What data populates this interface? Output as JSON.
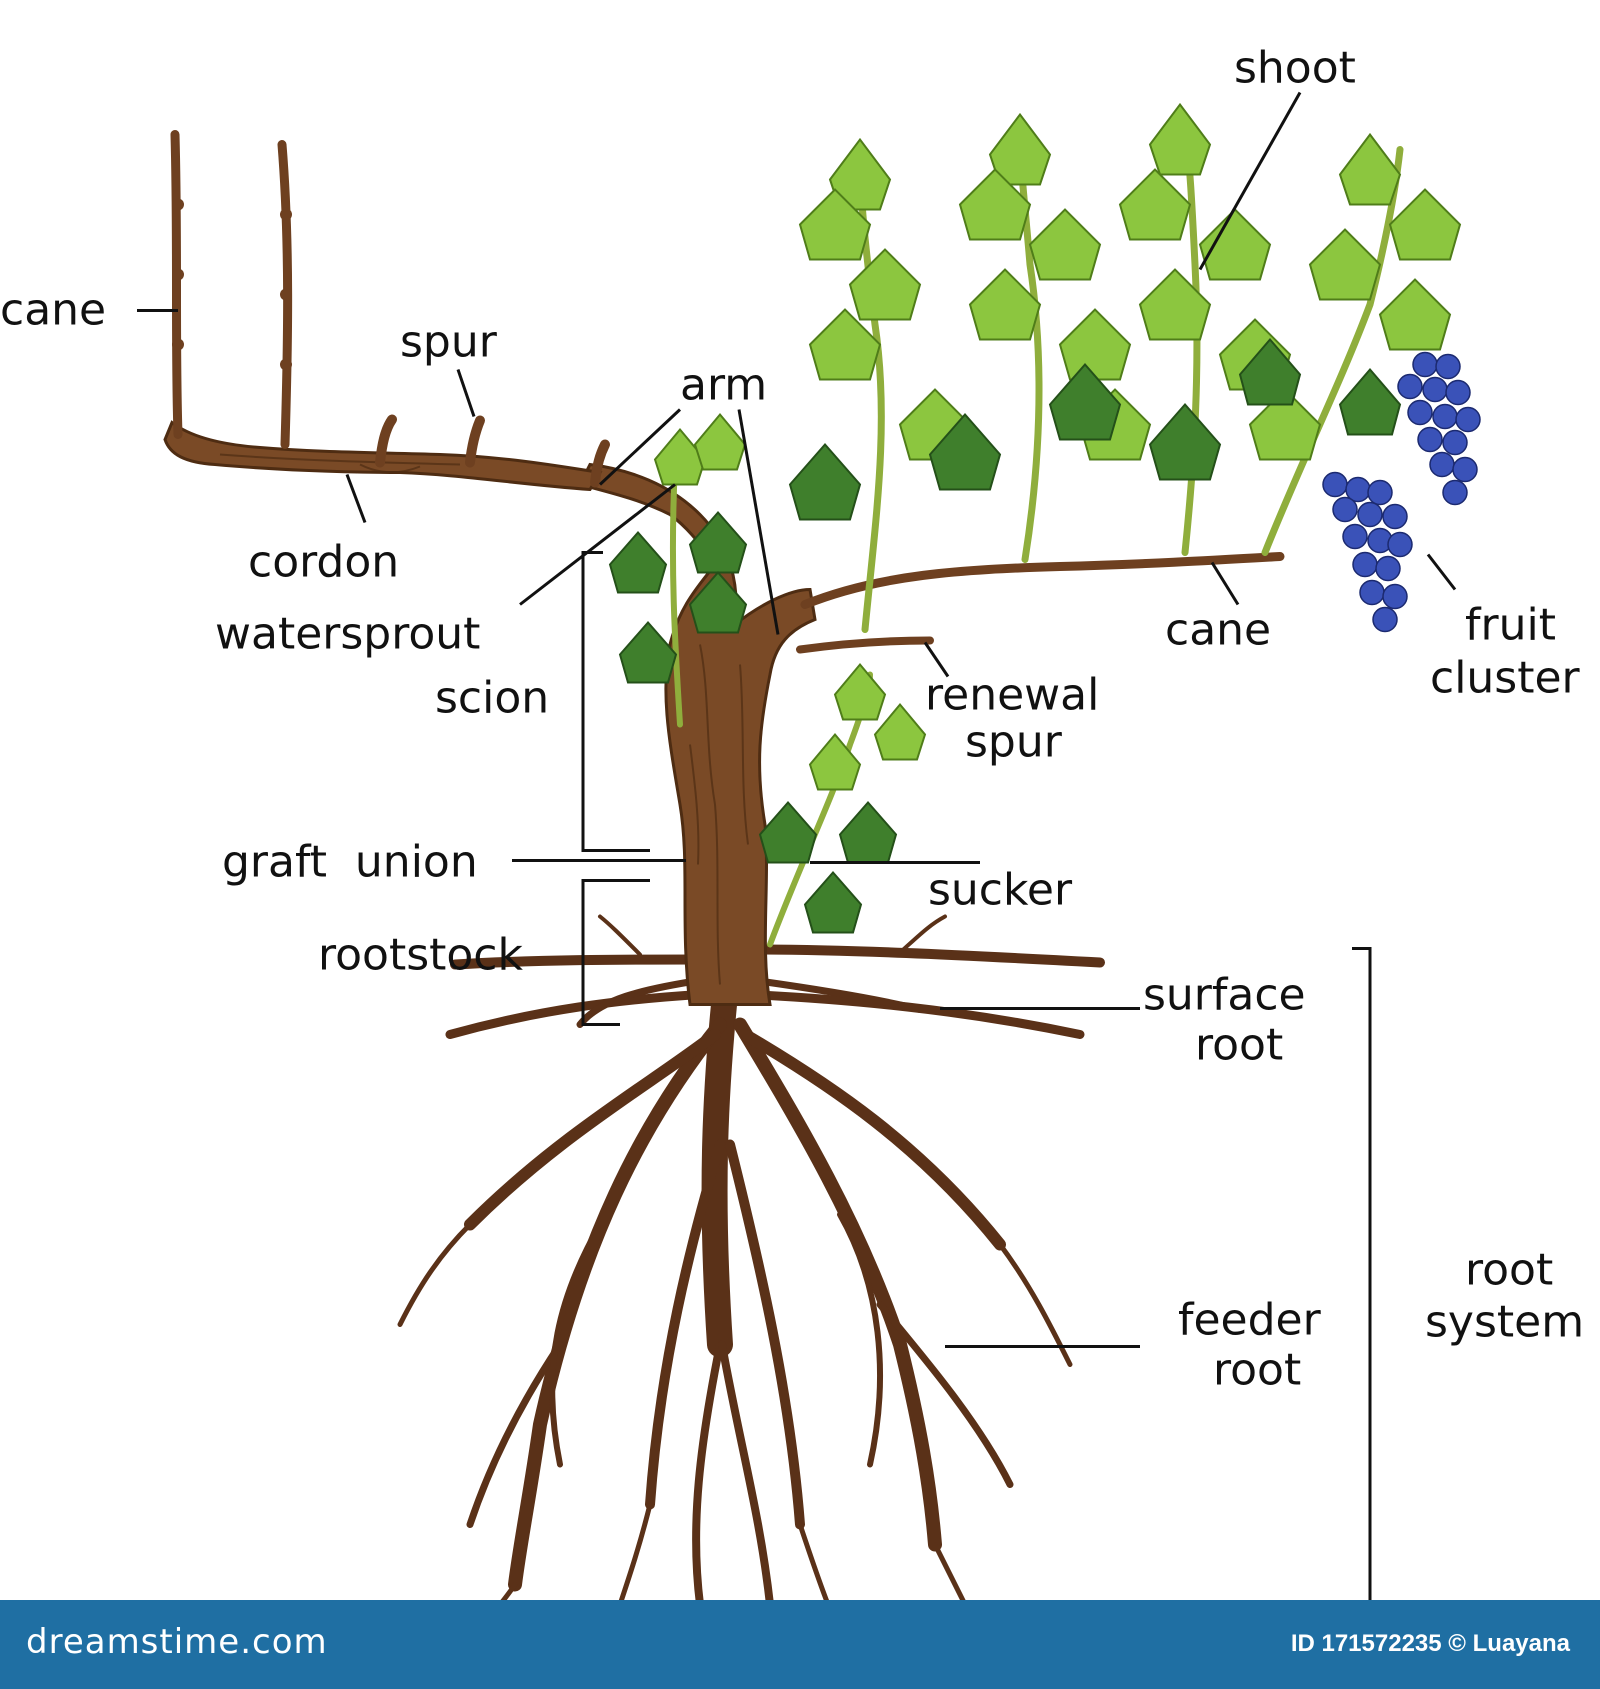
{
  "labels": {
    "cane_left": "cane",
    "spur": "spur",
    "arm": "arm",
    "shoot": "shoot",
    "cordon": "cordon",
    "watersprout": "watersprout",
    "scion": "scion",
    "cane_right": "cane",
    "fruit": "fruit",
    "cluster": "cluster",
    "renewal": "renewal",
    "renewal_spur": "spur",
    "graft_union": "graft  union",
    "sucker": "sucker",
    "rootstock": "rootstock",
    "surface": "surface",
    "surface_root": "root",
    "feeder": "feeder",
    "feeder_root": "root",
    "root": "root",
    "system": "system"
  },
  "footer": {
    "logo": "dreamstime.com",
    "id": "ID 171572235 © Luayana"
  },
  "colors": {
    "bark": "#7a4a26",
    "leaf_light": "#8cc63f",
    "leaf_dark": "#3f7f2c",
    "grape": "#3a52b8",
    "footer": "#1f6fa3"
  }
}
